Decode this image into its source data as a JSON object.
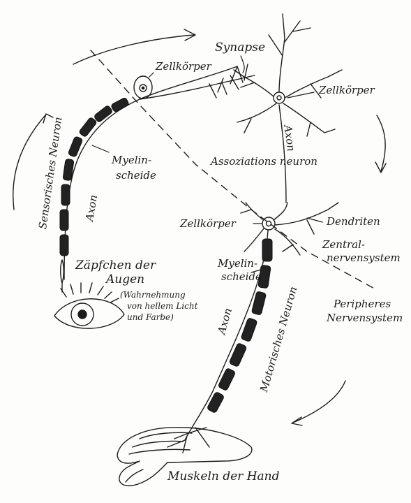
{
  "labels": {
    "synapse": "Synapse",
    "cell_body_sensory": "Zellkörper",
    "cell_body_association": "Zellkörper",
    "sensory_neuron": "Sensorisches Neuron",
    "myelin_sheath_sensory_1": "Myelin-",
    "myelin_sheath_sensory_2": "scheide",
    "axon_sensory": "Axon",
    "axon_association": "Axon",
    "association_neuron": "Assoziations neuron",
    "cell_body_motor": "Zellkörper",
    "dendrites": "Dendriten",
    "cns_1": "Zentral-",
    "cns_2": "nervensystem",
    "myelin_sheath_motor_1": "Myelin-",
    "myelin_sheath_motor_2": "scheide",
    "cones_1": "Zäpfchen der",
    "cones_2": "Augen",
    "cones_note_1": "(Wahrnehmung",
    "cones_note_2": "von hellem Licht",
    "cones_note_3": "und Farbe)",
    "axon_motor": "Axon",
    "motor_neuron": "Motorisches Neuron",
    "pns_1": "Peripheres",
    "pns_2": "Nervensystem",
    "hand_muscles": "Muskeln der Hand"
  },
  "style": {
    "ink": "#1c1c1c",
    "myelin": "#222222"
  }
}
